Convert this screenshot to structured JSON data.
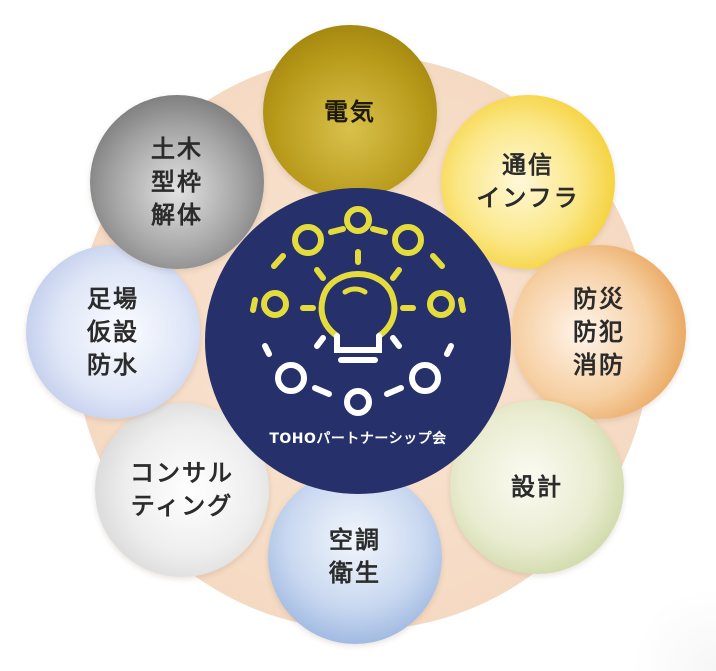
{
  "center": {
    "title": "TOHOパートナーシップ会",
    "icon": "lightbulb-network-icon",
    "colors": {
      "background": "#26306a",
      "accent": "#e4dc3c",
      "node": "#ffffff"
    }
  },
  "petals": [
    {
      "label": "電気"
    },
    {
      "label": "通信\nインフラ"
    },
    {
      "label": "防災\n防犯\n消防"
    },
    {
      "label": "設計"
    },
    {
      "label": "空調\n衛生"
    },
    {
      "label": "コンサル\nティング"
    },
    {
      "label": "足場\n仮設\n防水"
    },
    {
      "label": "土木\n型枠\n解体"
    }
  ]
}
